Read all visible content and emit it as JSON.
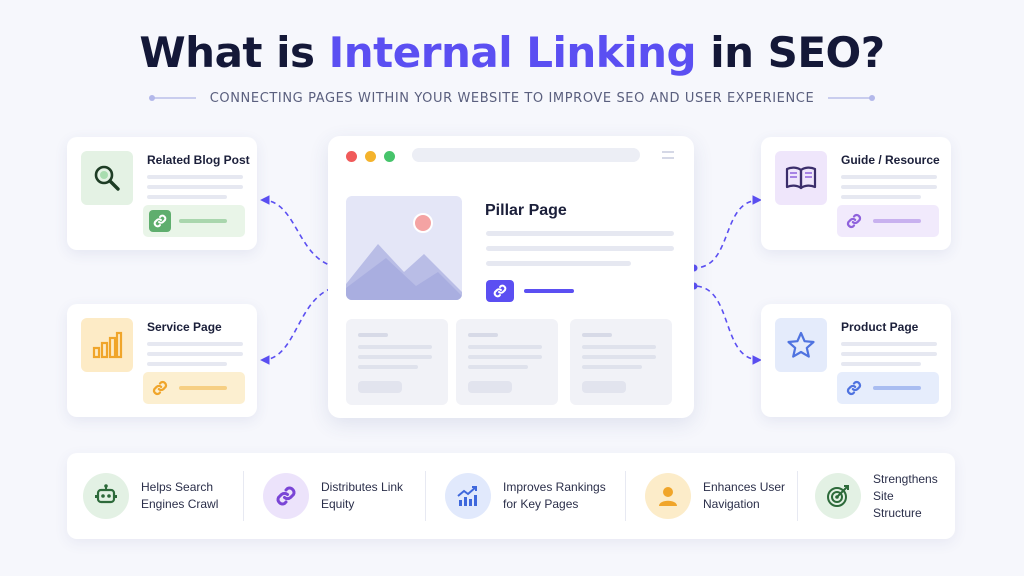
{
  "header": {
    "title_part1": "What is ",
    "title_accent": "Internal Linking",
    "title_part2": " in SEO?",
    "subtitle": "CONNECTING PAGES WITHIN YOUR WEBSITE TO IMPROVE SEO AND USER EXPERIENCE"
  },
  "colors": {
    "accent": "#5b4ff2",
    "green": "#5fae6e",
    "orange": "#f0a52a",
    "purple": "#8f62dc",
    "blue": "#4f73e0"
  },
  "pillar": {
    "title": "Pillar Page",
    "icon": "link-icon"
  },
  "cards": {
    "related_blog": {
      "title": "Related Blog Post",
      "icon": "magnifier-icon"
    },
    "service": {
      "title": "Service Page",
      "icon": "bar-chart-icon"
    },
    "guide": {
      "title": "Guide / Resource",
      "icon": "open-book-icon"
    },
    "product": {
      "title": "Product Page",
      "icon": "star-icon"
    }
  },
  "benefits": [
    {
      "line1": "Helps Search",
      "line2": "Engines Crawl",
      "icon": "robot-icon"
    },
    {
      "line1": "Distributes Link",
      "line2": "Equity",
      "icon": "link-icon"
    },
    {
      "line1": "Improves Rankings",
      "line2": "for Key Pages",
      "icon": "trend-chart-icon"
    },
    {
      "line1": "Enhances User",
      "line2": "Navigation",
      "icon": "user-icon"
    },
    {
      "line1": "Strengthens Site",
      "line2": "Structure",
      "icon": "target-icon"
    }
  ]
}
